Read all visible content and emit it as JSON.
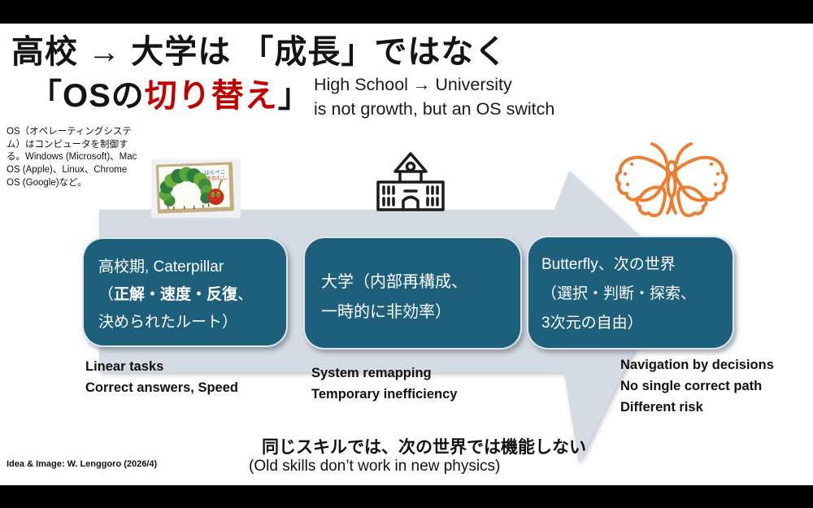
{
  "header": {
    "title_line1": "高校 → 大学は 「成長」ではなく",
    "line2_pre": "「OSの",
    "line2_red": "切り替え",
    "line2_post": "」",
    "sub1": "High School → University",
    "sub2": "is not growth, but an OS switch"
  },
  "os_note": {
    "text": "OS（オペレーティングシステム）はコンピュータを制御する。Windows (Microsoft)、Mac OS (Apple)、Linux、Chrome OS (Google)など。"
  },
  "caterpillar": {
    "book_title_line1": "はらぺこ",
    "book_title_line2": "あおむし"
  },
  "icons": {
    "left": "caterpillar-book-image",
    "middle": "school-building-icon",
    "right": "butterfly-icon",
    "background": "right-arrow-shape"
  },
  "stages": [
    {
      "line1": "高校期, Caterpillar",
      "l2pre": "（",
      "l2bold": "正解・速度・反復",
      "l2post": "、",
      "line3": "決められたルート）",
      "notes": [
        "Linear tasks",
        "Correct answers, Speed"
      ]
    },
    {
      "line1": "大学（内部再構成、",
      "line2": "一時的に非効率）",
      "notes": [
        "System remapping",
        "Temporary inefficiency"
      ]
    },
    {
      "line1": "Butterfly、次の世界",
      "line2": "（選択・判断・探索、",
      "line3": "3次元の自由）",
      "notes": [
        "Navigation by decisions",
        "No single correct path",
        "Different risk"
      ]
    }
  ],
  "footer": {
    "jp": "同じスキルでは、次の世界では機能しない",
    "en": "(Old skills don’t work in new physics)",
    "credit": "Idea & Image: W. Lenggoro (2026/4)"
  },
  "colors": {
    "accent_red": "#c00000",
    "box_teal": "#1e5f7c",
    "arrow_gray": "#d5dbe3",
    "butterfly_orange": "#ed7d31",
    "letterbox": "#000000"
  }
}
